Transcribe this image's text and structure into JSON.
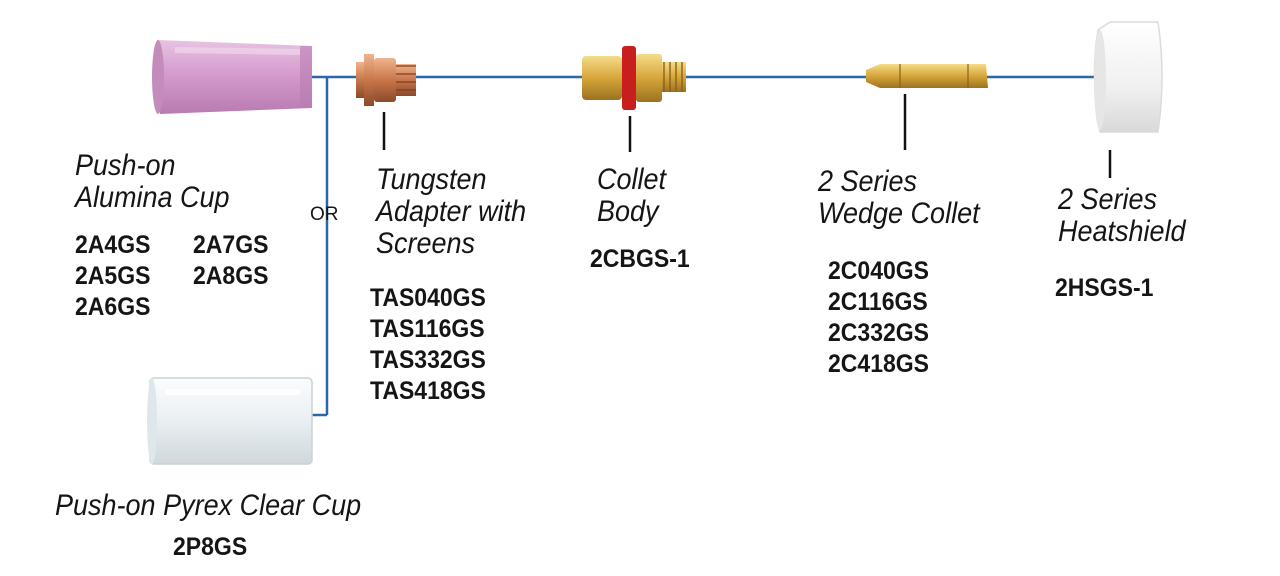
{
  "parts": {
    "alumina": {
      "name_lines": [
        "Push-on",
        "Alumina Cup"
      ],
      "part_numbers_col1": [
        "2A4GS",
        "2A5GS",
        "2A6GS"
      ],
      "part_numbers_col2": [
        "2A7GS",
        "2A8GS"
      ]
    },
    "or_label": "OR",
    "pyrex": {
      "name": "Push-on Pyrex Clear Cup",
      "part_number": "2P8GS"
    },
    "tungsten_adapter": {
      "name_lines": [
        "Tungsten",
        "Adapter with",
        "Screens"
      ],
      "part_numbers": [
        "TAS040GS",
        "TAS116GS",
        "TAS332GS",
        "TAS418GS"
      ]
    },
    "collet_body": {
      "name_lines": [
        "Collet",
        "Body"
      ],
      "part_number": "2CBGS-1"
    },
    "wedge_collet": {
      "name_lines": [
        "2 Series",
        "Wedge Collet"
      ],
      "part_numbers": [
        "2C040GS",
        "2C116GS",
        "2C332GS",
        "2C418GS"
      ]
    },
    "heatshield": {
      "name_lines": [
        "2 Series",
        "Heatshield"
      ],
      "part_number": "2HSGS-1"
    }
  },
  "colors": {
    "connector_line": "#2a66a8",
    "alumina_cup": "#d9a3d2",
    "brass": "#d8a93a",
    "copper": "#c9784a",
    "heatshield": "#f2f2f2",
    "pyrex": "#eef3f6"
  }
}
